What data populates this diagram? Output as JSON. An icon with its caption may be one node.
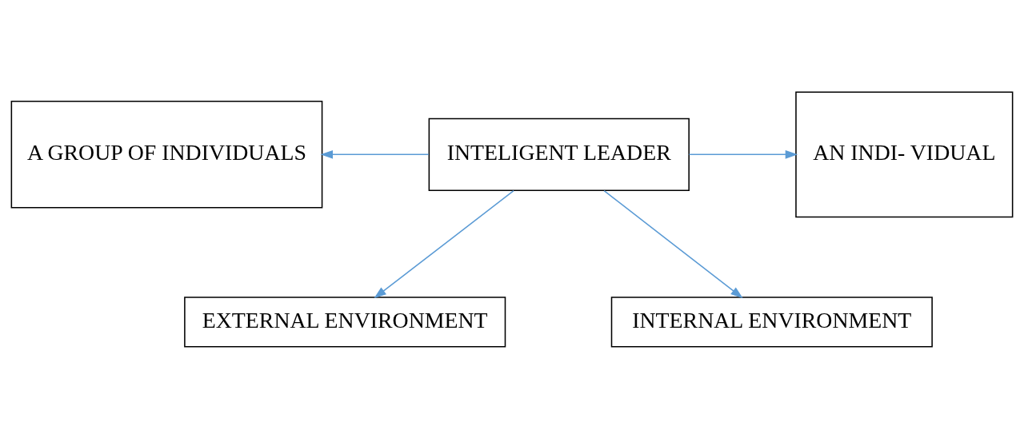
{
  "diagram": {
    "nodes": [
      {
        "text": [
          "EXTERNAL ENVIRONMENT"
        ]
      },
      {
        "text": [
          "A GROUP OF INDIVIDUALS"
        ]
      },
      {
        "text": [
          "INTELIGENT LEADER"
        ]
      },
      {
        "text": [
          "AN INDI- VIDUAL"
        ]
      },
      {
        "text": [
          "INTERNAL ENVIRONMENT"
        ]
      }
    ],
    "edges": [
      {
        "from": 2,
        "to": 0,
        "arrow": "to"
      },
      {
        "from": 2,
        "to": 1,
        "arrow": "to"
      },
      {
        "from": 2,
        "to": 3,
        "arrow": "to"
      },
      {
        "from": 2,
        "to": 4,
        "arrow": "to"
      }
    ]
  }
}
